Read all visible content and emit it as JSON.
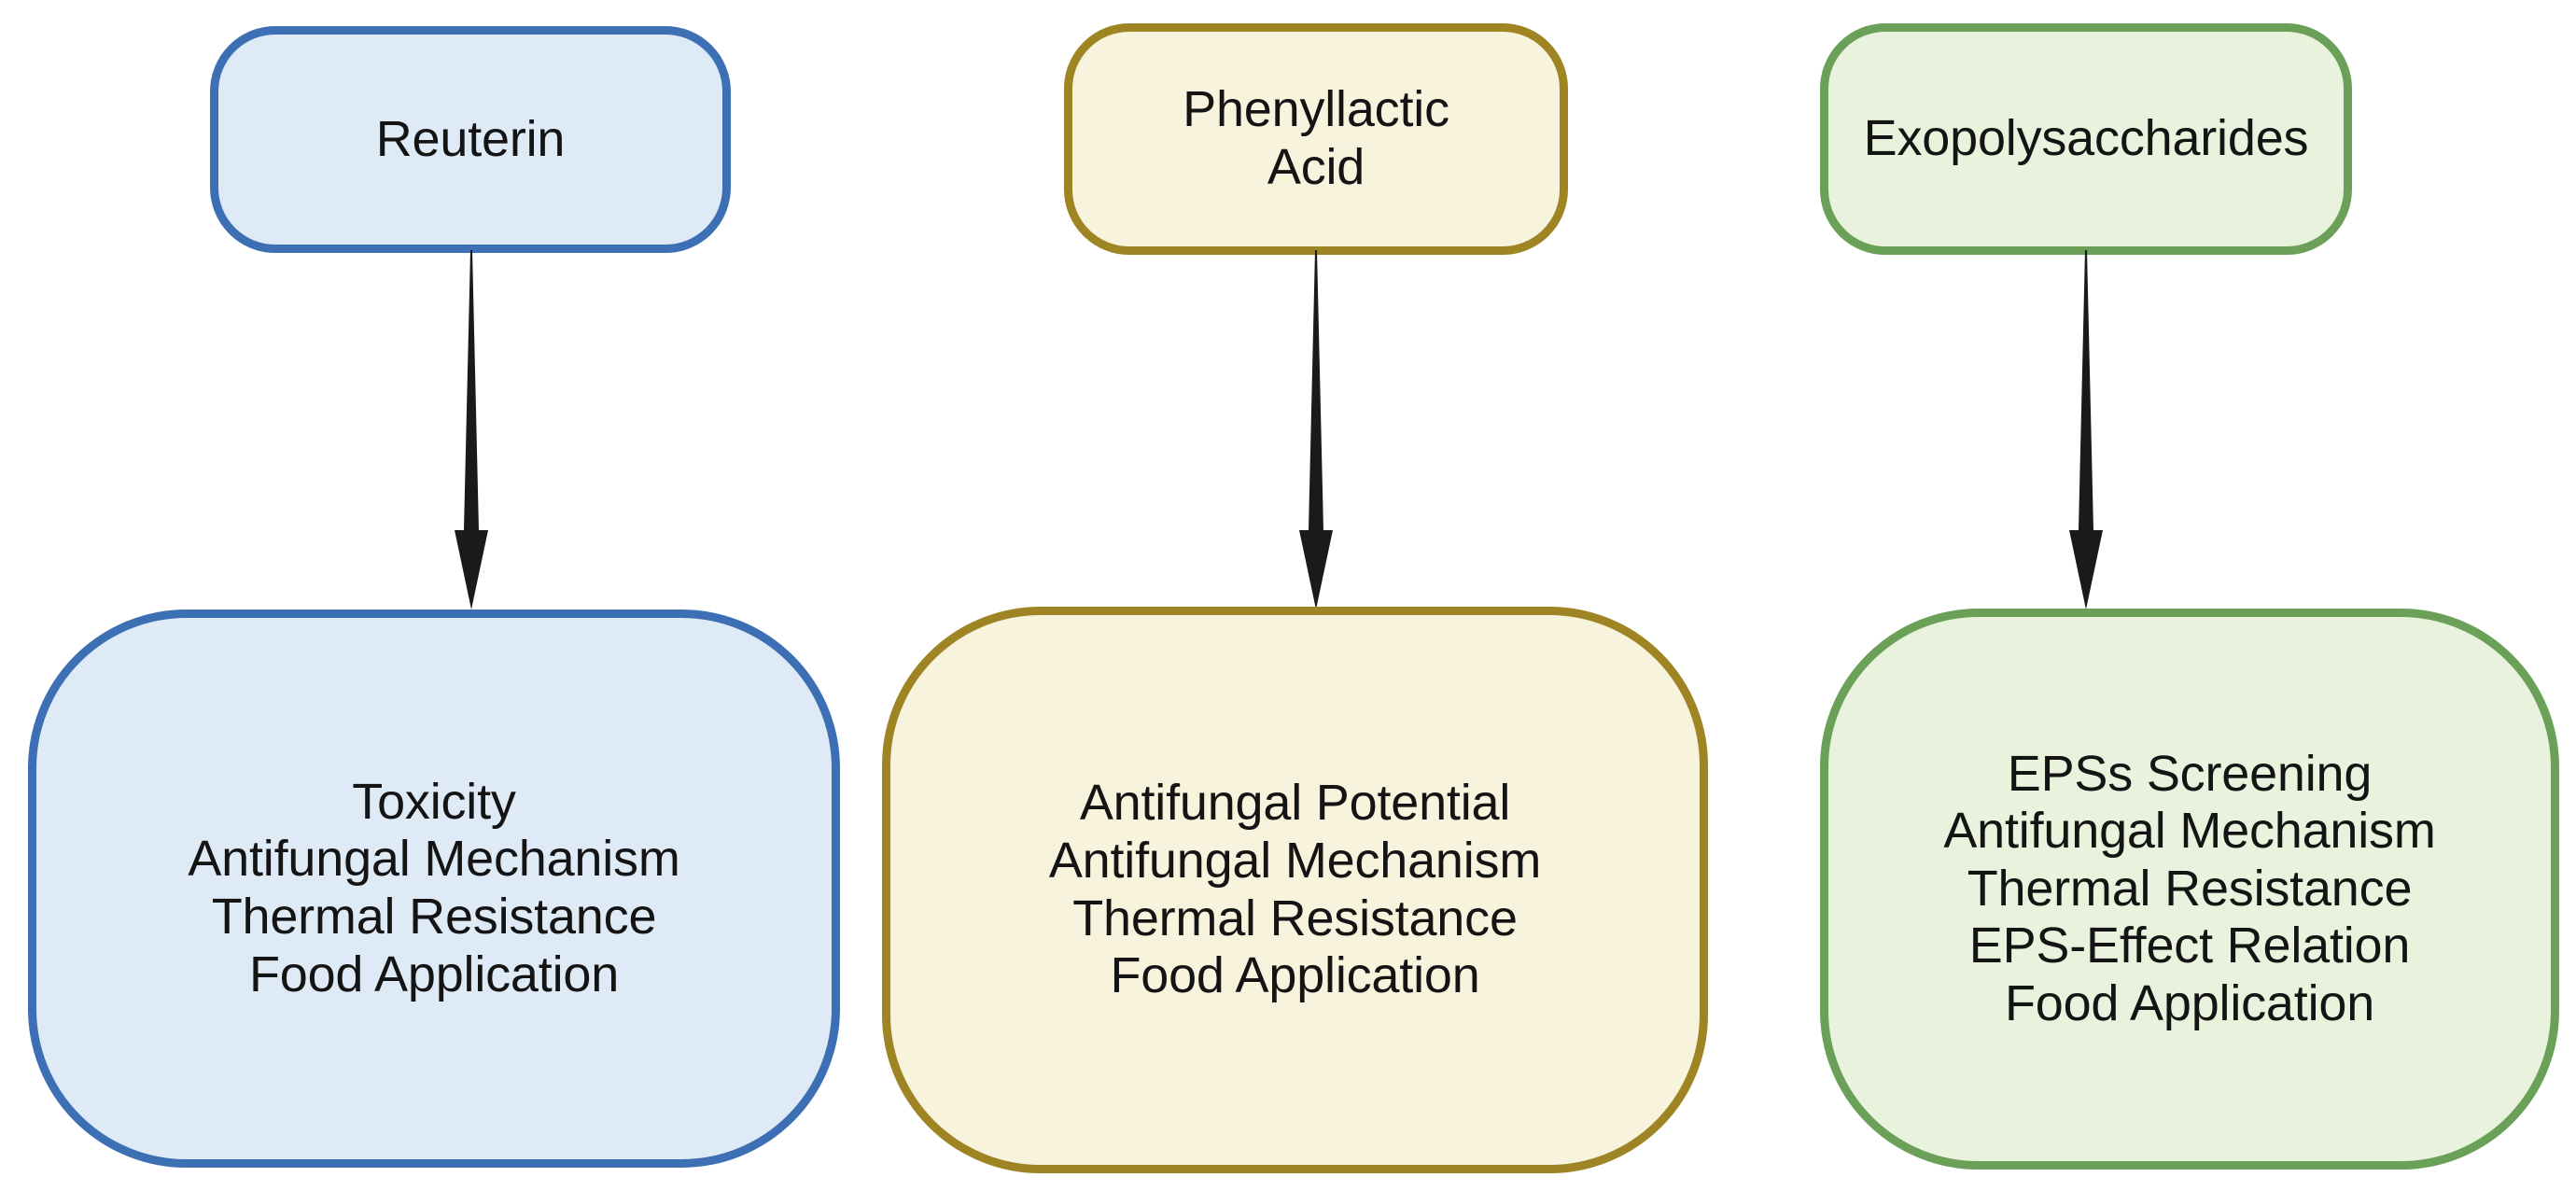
{
  "diagram": {
    "type": "flowchart",
    "background_color": "#ffffff",
    "columns": [
      {
        "id": "reuterin",
        "accent_color": "#3d6fb4",
        "fill_color": "#dfeaf7",
        "source": {
          "label": "Reuterin"
        },
        "arrow": {
          "name": "down-arrow-icon",
          "color": "#1a1a1a",
          "direction": "down"
        },
        "target": {
          "label": "Toxicity\nAntifungal Mechanism\nThermal Resistance\nFood Application"
        },
        "target_items": [
          "Toxicity",
          "Antifungal Mechanism",
          "Thermal Resistance",
          "Food Application"
        ]
      },
      {
        "id": "phenyllactic-acid",
        "accent_color": "#9e8423",
        "fill_color": "#f7f3dc",
        "source": {
          "label": "Phenyllactic\nAcid"
        },
        "arrow": {
          "name": "down-arrow-icon",
          "color": "#1a1a1a",
          "direction": "down"
        },
        "target": {
          "label": "Antifungal Potential\nAntifungal Mechanism\nThermal Resistance\nFood Application"
        },
        "target_items": [
          "Antifungal Potential",
          "Antifungal Mechanism",
          "Thermal Resistance",
          "Food Application"
        ]
      },
      {
        "id": "exopolysaccharides",
        "accent_color": "#6aa057",
        "fill_color": "#e9f2dc",
        "source": {
          "label": "Exopolysaccharides"
        },
        "arrow": {
          "name": "down-arrow-icon",
          "color": "#1a1a1a",
          "direction": "down"
        },
        "target": {
          "label": "EPSs Screening\nAntifungal Mechanism\nThermal Resistance\nEPS-Effect Relation\nFood Application"
        },
        "target_items": [
          "EPSs Screening",
          "Antifungal Mechanism",
          "Thermal Resistance",
          "EPS-Effect Relation",
          "Food Application"
        ]
      }
    ]
  }
}
